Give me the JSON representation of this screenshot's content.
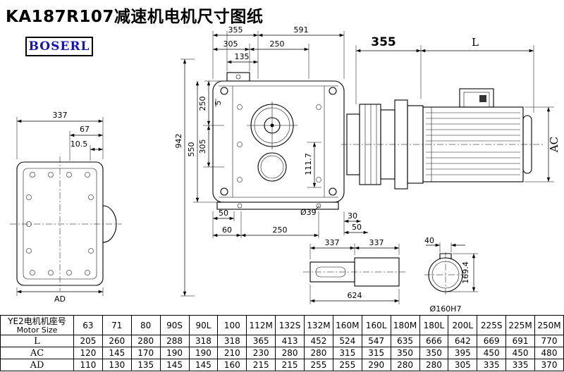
{
  "title": "KA187R107减速机电机尺寸图纸",
  "logo": "BOSERL",
  "dims": {
    "lv337": "337",
    "lv67": "67",
    "lv105": "10.5",
    "lvAD": "AD",
    "mv355": "355",
    "mv591": "591",
    "mv305": "305",
    "mv250t": "250",
    "mv135": "135",
    "mv250l": "250",
    "mv5": "5",
    "mv305l": "305",
    "mv550": "550",
    "mv942": "942",
    "mv1117": "111.7",
    "mv50a": "50",
    "mv60": "60",
    "mv250b": "250",
    "mv39": "Ø39",
    "mv30": "30",
    "mv50b": "50",
    "mo355": "355",
    "moL": "L",
    "moAC": "AC",
    "sh337a": "337",
    "sh337b": "337",
    "sh624": "624",
    "sh40": "40",
    "sh1694": "169.4",
    "sh160": "Ø160H7"
  },
  "table": {
    "row_label_cn": "YE2电机机座号",
    "row_label_en": "Motor Size",
    "sizes": [
      "63",
      "71",
      "80",
      "90S",
      "90L",
      "100",
      "112M",
      "132S",
      "132M",
      "160M",
      "160L",
      "180M",
      "180L",
      "200L",
      "225S",
      "225M",
      "250M"
    ],
    "rows": [
      {
        "label": "L",
        "values": [
          "205",
          "260",
          "280",
          "288",
          "318",
          "318",
          "365",
          "413",
          "452",
          "524",
          "547",
          "635",
          "666",
          "642",
          "669",
          "691",
          "770"
        ]
      },
      {
        "label": "AC",
        "values": [
          "120",
          "145",
          "170",
          "190",
          "190",
          "210",
          "230",
          "280",
          "280",
          "315",
          "315",
          "350",
          "350",
          "395",
          "450",
          "450",
          "480"
        ]
      },
      {
        "label": "AD",
        "values": [
          "110",
          "130",
          "135",
          "145",
          "145",
          "160",
          "215",
          "215",
          "255",
          "255",
          "290",
          "280",
          "280",
          "305",
          "335",
          "335",
          "370"
        ]
      }
    ]
  }
}
